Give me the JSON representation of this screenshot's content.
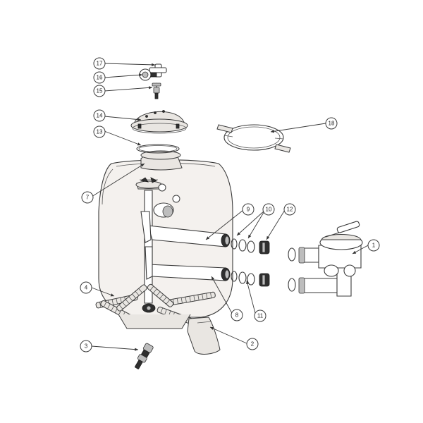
{
  "callouts": [
    {
      "label": "1"
    },
    {
      "label": "2"
    },
    {
      "label": "3"
    },
    {
      "label": "4"
    },
    {
      "label": "7"
    },
    {
      "label": "8"
    },
    {
      "label": "9"
    },
    {
      "label": "10"
    },
    {
      "label": "11"
    },
    {
      "label": "12"
    },
    {
      "label": "13"
    },
    {
      "label": "14"
    },
    {
      "label": "15"
    },
    {
      "label": "16"
    },
    {
      "label": "17"
    },
    {
      "label": "18"
    }
  ]
}
